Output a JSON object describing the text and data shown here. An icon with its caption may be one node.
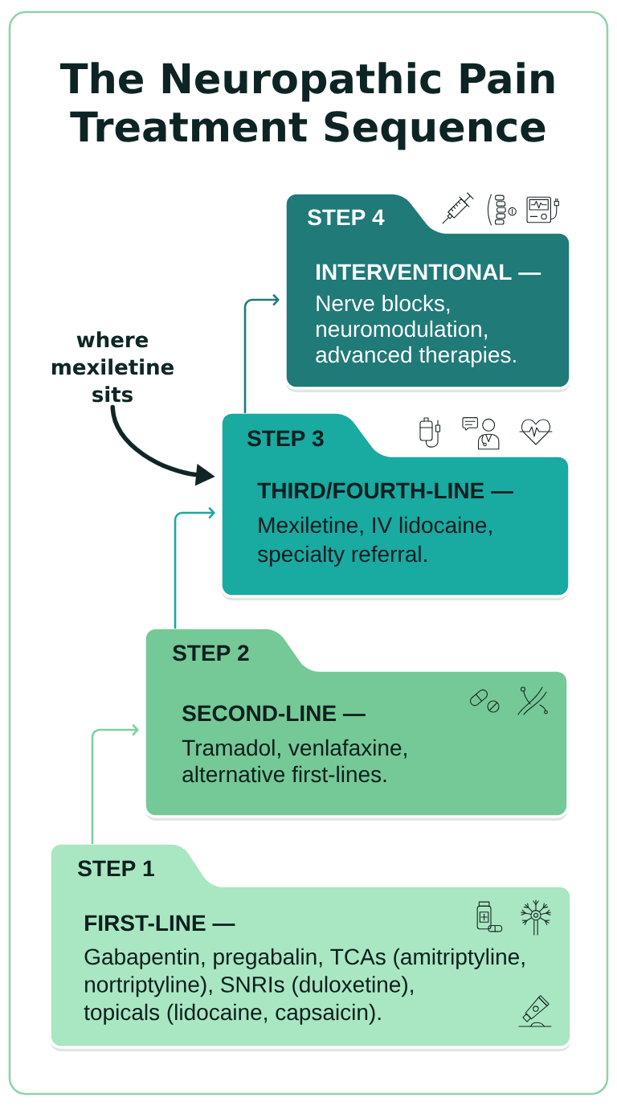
{
  "diagram": {
    "title": "The Neuropathic Pain Treatment Sequence",
    "nodes": [
      {
        "text": [
          "STEP 4",
          "INTERVENTIONAL —",
          "Nerve blocks, neuromodulation, advanced therapies."
        ]
      },
      {
        "text": [
          "where mexiletine sits"
        ]
      },
      {
        "text": [
          "STEP 3",
          "THIRD/FOURTH-LINE —",
          "Mexiletine, IV lidocaine, specialty referral."
        ]
      },
      {
        "text": [
          "STEP 2",
          "SECOND-LINE —",
          "Tramadol, venlafaxine, alternative first-lines."
        ]
      },
      {
        "text": [
          "STEP 1",
          "FIRST-LINE —",
          "Gabapentin, pregabalin, TCAs (amitriptyline, nortriptyline), SNRIs (duloxetine), topicals (lidocaine, capsaicin)."
        ]
      }
    ],
    "edges": [
      {
        "from": 4,
        "to": 3,
        "arrow": "to",
        "color": "#7fcf9f"
      },
      {
        "from": 3,
        "to": 2,
        "arrow": "to",
        "color": "#1ba99d"
      },
      {
        "from": 2,
        "to": 0,
        "arrow": "to",
        "color": "#1f7b78"
      },
      {
        "from": 1,
        "to": 2,
        "arrow": "to",
        "style": "thick",
        "color": "#102626"
      }
    ]
  }
}
